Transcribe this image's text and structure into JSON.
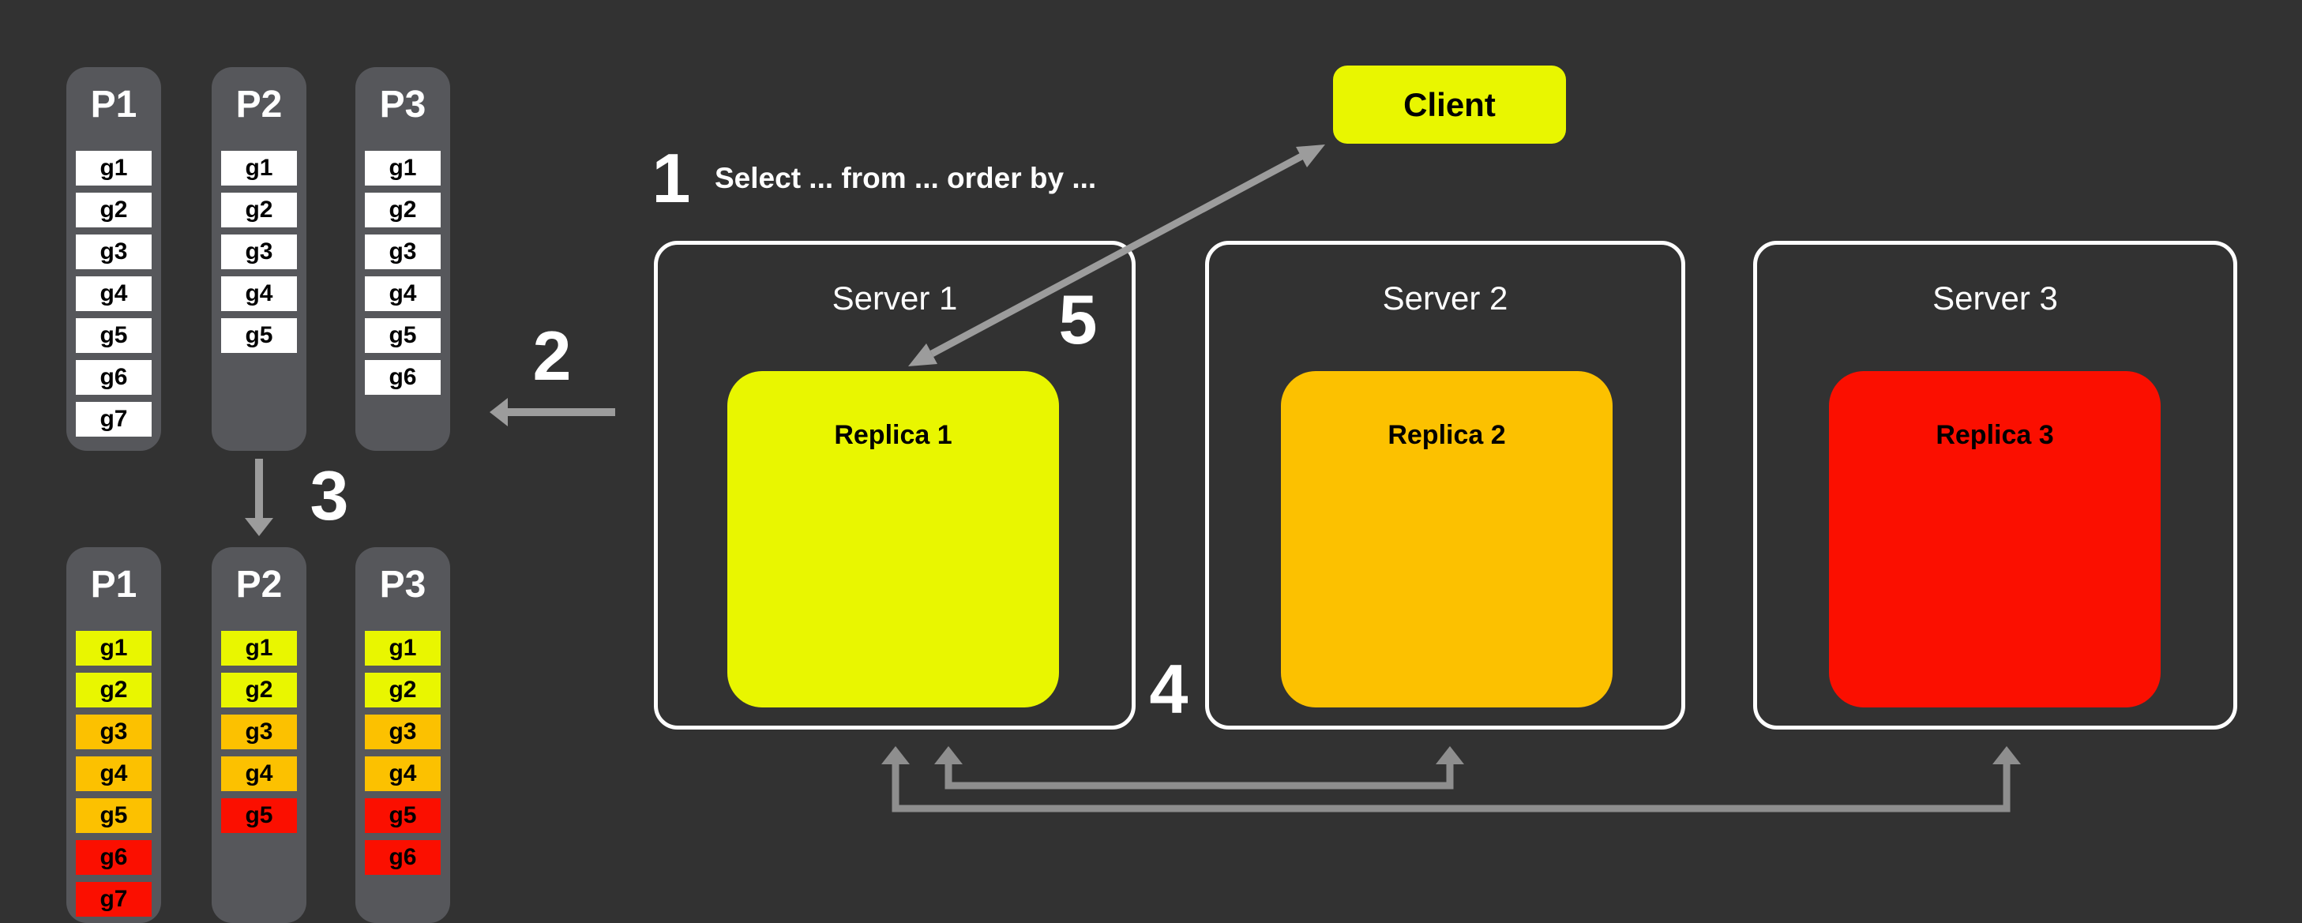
{
  "colors": {
    "background": "#323232",
    "panel": "#56575B",
    "white_cell": "#FFFFFF",
    "yellow": "#E9F600",
    "orange": "#FCC100",
    "red": "#FB0F00",
    "arrow_gray": "#9C9C9C",
    "bracket_gray": "#8E8E8E"
  },
  "client": {
    "label": "Client",
    "color": "#E9F600"
  },
  "servers": [
    {
      "label": "Server 1",
      "replica": {
        "label": "Replica 1",
        "color": "#E9F600"
      }
    },
    {
      "label": "Server 2",
      "replica": {
        "label": "Replica 2",
        "color": "#FCC100"
      }
    },
    {
      "label": "Server 3",
      "replica": {
        "label": "Replica 3",
        "color": "#FB0F00"
      }
    }
  ],
  "steps": {
    "one": {
      "number": "1",
      "text": "Select ... from ... order by ..."
    },
    "two": {
      "number": "2"
    },
    "three": {
      "number": "3"
    },
    "four": {
      "number": "4"
    },
    "five": {
      "number": "5"
    }
  },
  "partitions_before": {
    "columns": [
      {
        "title": "P1",
        "cells": [
          {
            "label": "g1",
            "color": "#FFFFFF"
          },
          {
            "label": "g2",
            "color": "#FFFFFF"
          },
          {
            "label": "g3",
            "color": "#FFFFFF"
          },
          {
            "label": "g4",
            "color": "#FFFFFF"
          },
          {
            "label": "g5",
            "color": "#FFFFFF"
          },
          {
            "label": "g6",
            "color": "#FFFFFF"
          },
          {
            "label": "g7",
            "color": "#FFFFFF"
          }
        ]
      },
      {
        "title": "P2",
        "cells": [
          {
            "label": "g1",
            "color": "#FFFFFF"
          },
          {
            "label": "g2",
            "color": "#FFFFFF"
          },
          {
            "label": "g3",
            "color": "#FFFFFF"
          },
          {
            "label": "g4",
            "color": "#FFFFFF"
          },
          {
            "label": "g5",
            "color": "#FFFFFF"
          }
        ]
      },
      {
        "title": "P3",
        "cells": [
          {
            "label": "g1",
            "color": "#FFFFFF"
          },
          {
            "label": "g2",
            "color": "#FFFFFF"
          },
          {
            "label": "g3",
            "color": "#FFFFFF"
          },
          {
            "label": "g4",
            "color": "#FFFFFF"
          },
          {
            "label": "g5",
            "color": "#FFFFFF"
          },
          {
            "label": "g6",
            "color": "#FFFFFF"
          }
        ]
      }
    ]
  },
  "partitions_after": {
    "columns": [
      {
        "title": "P1",
        "cells": [
          {
            "label": "g1",
            "color": "#E9F600"
          },
          {
            "label": "g2",
            "color": "#E9F600"
          },
          {
            "label": "g3",
            "color": "#FCC100"
          },
          {
            "label": "g4",
            "color": "#FCC100"
          },
          {
            "label": "g5",
            "color": "#FCC100"
          },
          {
            "label": "g6",
            "color": "#FB0F00"
          },
          {
            "label": "g7",
            "color": "#FB0F00"
          }
        ]
      },
      {
        "title": "P2",
        "cells": [
          {
            "label": "g1",
            "color": "#E9F600"
          },
          {
            "label": "g2",
            "color": "#E9F600"
          },
          {
            "label": "g3",
            "color": "#FCC100"
          },
          {
            "label": "g4",
            "color": "#FCC100"
          },
          {
            "label": "g5",
            "color": "#FB0F00"
          }
        ]
      },
      {
        "title": "P3",
        "cells": [
          {
            "label": "g1",
            "color": "#E9F600"
          },
          {
            "label": "g2",
            "color": "#E9F600"
          },
          {
            "label": "g3",
            "color": "#FCC100"
          },
          {
            "label": "g4",
            "color": "#FCC100"
          },
          {
            "label": "g5",
            "color": "#FB0F00"
          },
          {
            "label": "g6",
            "color": "#FB0F00"
          }
        ]
      }
    ]
  }
}
